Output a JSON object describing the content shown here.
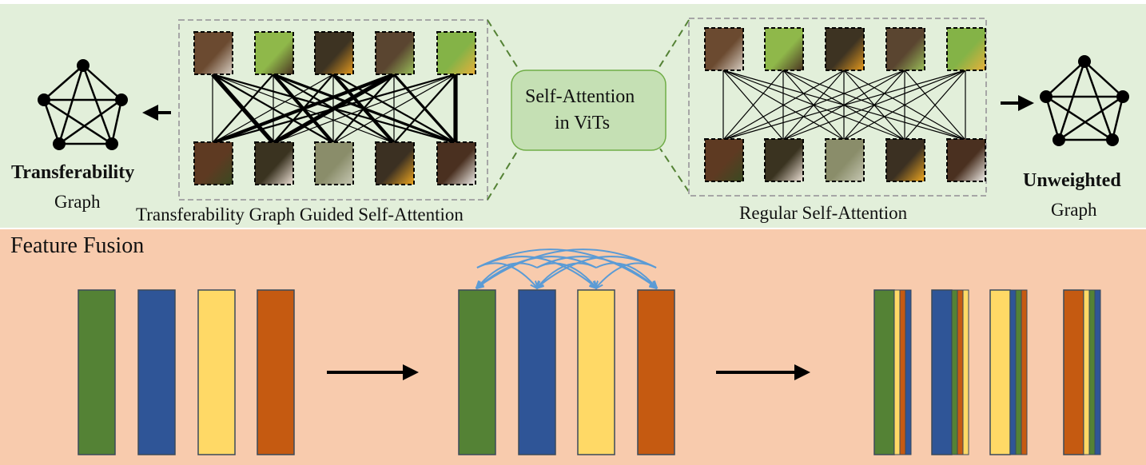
{
  "colors": {
    "top_panel_bg": "#e2efda",
    "bottom_panel_bg": "#f8cbad",
    "green": "#548235",
    "blue": "#2f5597",
    "yellow": "#ffd966",
    "orange": "#c55a11",
    "box_fill": "#c5e0b4",
    "box_stroke": "#70ad47",
    "dashed_green": "#548235",
    "dashed_gray": "#a6a6a6",
    "arc_blue": "#5b9bd5"
  },
  "top_panel": {
    "left_graph": {
      "title": "Transferability",
      "subtitle": "Graph"
    },
    "left_attention": {
      "caption": "Transferability Graph Guided Self-Attention",
      "weighted": true
    },
    "center_box": {
      "line1": "Self-Attention",
      "line2": "in ViTs"
    },
    "right_attention": {
      "caption": "Regular Self-Attention",
      "weighted": false
    },
    "right_graph": {
      "title": "Unweighted",
      "subtitle": "Graph"
    },
    "patches_top": [
      {
        "name": "patch-eagle-chest-feathers",
        "c1": "#6b4a30",
        "c2": "#d8cfc4"
      },
      {
        "name": "patch-wing-on-green",
        "c1": "#8fb84a",
        "c2": "#4a3322"
      },
      {
        "name": "patch-talon-dark",
        "c1": "#3d3322",
        "c2": "#e59a1e"
      },
      {
        "name": "patch-claw-on-green",
        "c1": "#5a4530",
        "c2": "#9bbf5a"
      },
      {
        "name": "patch-beak-on-green",
        "c1": "#84b347",
        "c2": "#e8b03a"
      }
    ],
    "patches_bottom": [
      {
        "name": "patch-wing-edge",
        "c1": "#5e3a22",
        "c2": "#3a4a22"
      },
      {
        "name": "patch-white-wing",
        "c1": "#3a3320",
        "c2": "#efe3d8"
      },
      {
        "name": "patch-lichen-branch",
        "c1": "#8a8d6a",
        "c2": "#c8c9b5"
      },
      {
        "name": "patch-yellow-foot",
        "c1": "#3b3022",
        "c2": "#f0a820"
      },
      {
        "name": "patch-eagle-head",
        "c1": "#4a3020",
        "c2": "#f2f0ec"
      }
    ],
    "edge_weights_left": [
      [
        1,
        5,
        2,
        1,
        2
      ],
      [
        2,
        1,
        4,
        2,
        3
      ],
      [
        1,
        2,
        1,
        4,
        2
      ],
      [
        4,
        5,
        2,
        1,
        3
      ],
      [
        2,
        1,
        1,
        2,
        5
      ]
    ]
  },
  "bottom_panel": {
    "title": "Feature Fusion",
    "stage1_tokens": [
      "green",
      "blue",
      "yellow",
      "orange"
    ],
    "stage2_tokens": [
      "green",
      "blue",
      "yellow",
      "orange"
    ],
    "stage2_attention_arcs": [
      [
        1,
        0
      ],
      [
        2,
        0
      ],
      [
        3,
        0
      ],
      [
        0,
        1
      ],
      [
        2,
        1
      ],
      [
        3,
        1
      ],
      [
        0,
        2
      ],
      [
        1,
        2
      ],
      [
        3,
        2
      ],
      [
        0,
        3
      ],
      [
        1,
        3
      ],
      [
        2,
        3
      ]
    ],
    "stage3_fused_tokens": [
      {
        "main": "green",
        "strips": [
          "yellow",
          "orange",
          "blue"
        ]
      },
      {
        "main": "blue",
        "strips": [
          "green",
          "orange",
          "yellow"
        ]
      },
      {
        "main": "yellow",
        "strips": [
          "blue",
          "green",
          "orange"
        ]
      },
      {
        "main": "orange",
        "strips": [
          "yellow",
          "green",
          "blue"
        ]
      }
    ]
  }
}
